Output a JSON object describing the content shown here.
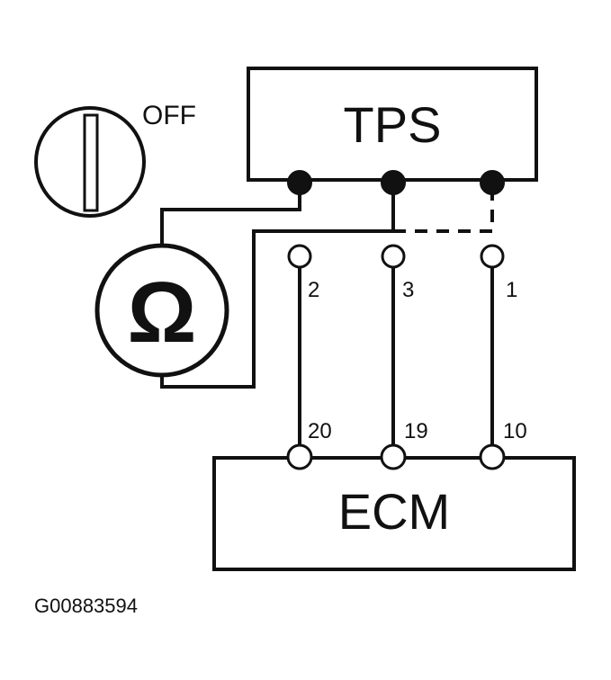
{
  "switch": {
    "state_label": "OFF"
  },
  "tps": {
    "label": "TPS"
  },
  "ecm": {
    "label": "ECM"
  },
  "meter": {
    "symbol": "Ω"
  },
  "connector_pins": {
    "left": "2",
    "middle": "3",
    "right": "1"
  },
  "ecm_pins": {
    "left": "20",
    "middle": "19",
    "right": "10"
  },
  "figure_id": "G00883594",
  "colors": {
    "ink": "#111111",
    "paper": "#ffffff"
  }
}
